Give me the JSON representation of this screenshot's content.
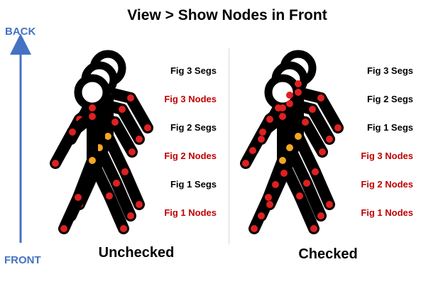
{
  "title": "View > Show Nodes in Front",
  "axis": {
    "back_label": "BACK",
    "front_label": "FRONT",
    "color": "#4472c4"
  },
  "panels": [
    {
      "caption": "Unchecked",
      "layers": [
        {
          "label": "Fig 3 Segs",
          "kind": "segs"
        },
        {
          "label": "Fig 3 Nodes",
          "kind": "nodes"
        },
        {
          "label": "Fig 2 Segs",
          "kind": "segs"
        },
        {
          "label": "Fig 2 Nodes",
          "kind": "nodes"
        },
        {
          "label": "Fig 1 Segs",
          "kind": "segs"
        },
        {
          "label": "Fig 1 Nodes",
          "kind": "nodes"
        }
      ]
    },
    {
      "caption": "Checked",
      "layers": [
        {
          "label": "Fig 3 Segs",
          "kind": "segs"
        },
        {
          "label": "Fig 2 Segs",
          "kind": "segs"
        },
        {
          "label": "Fig 1 Segs",
          "kind": "segs"
        },
        {
          "label": "Fig 3 Nodes",
          "kind": "nodes"
        },
        {
          "label": "Fig 2 Nodes",
          "kind": "nodes"
        },
        {
          "label": "Fig 1 Nodes",
          "kind": "nodes"
        }
      ]
    }
  ],
  "colors": {
    "segment": "#000000",
    "node": "#e02020",
    "highlight_node": "#f5a623",
    "segs_label": "#000000",
    "nodes_label": "#c00000"
  }
}
